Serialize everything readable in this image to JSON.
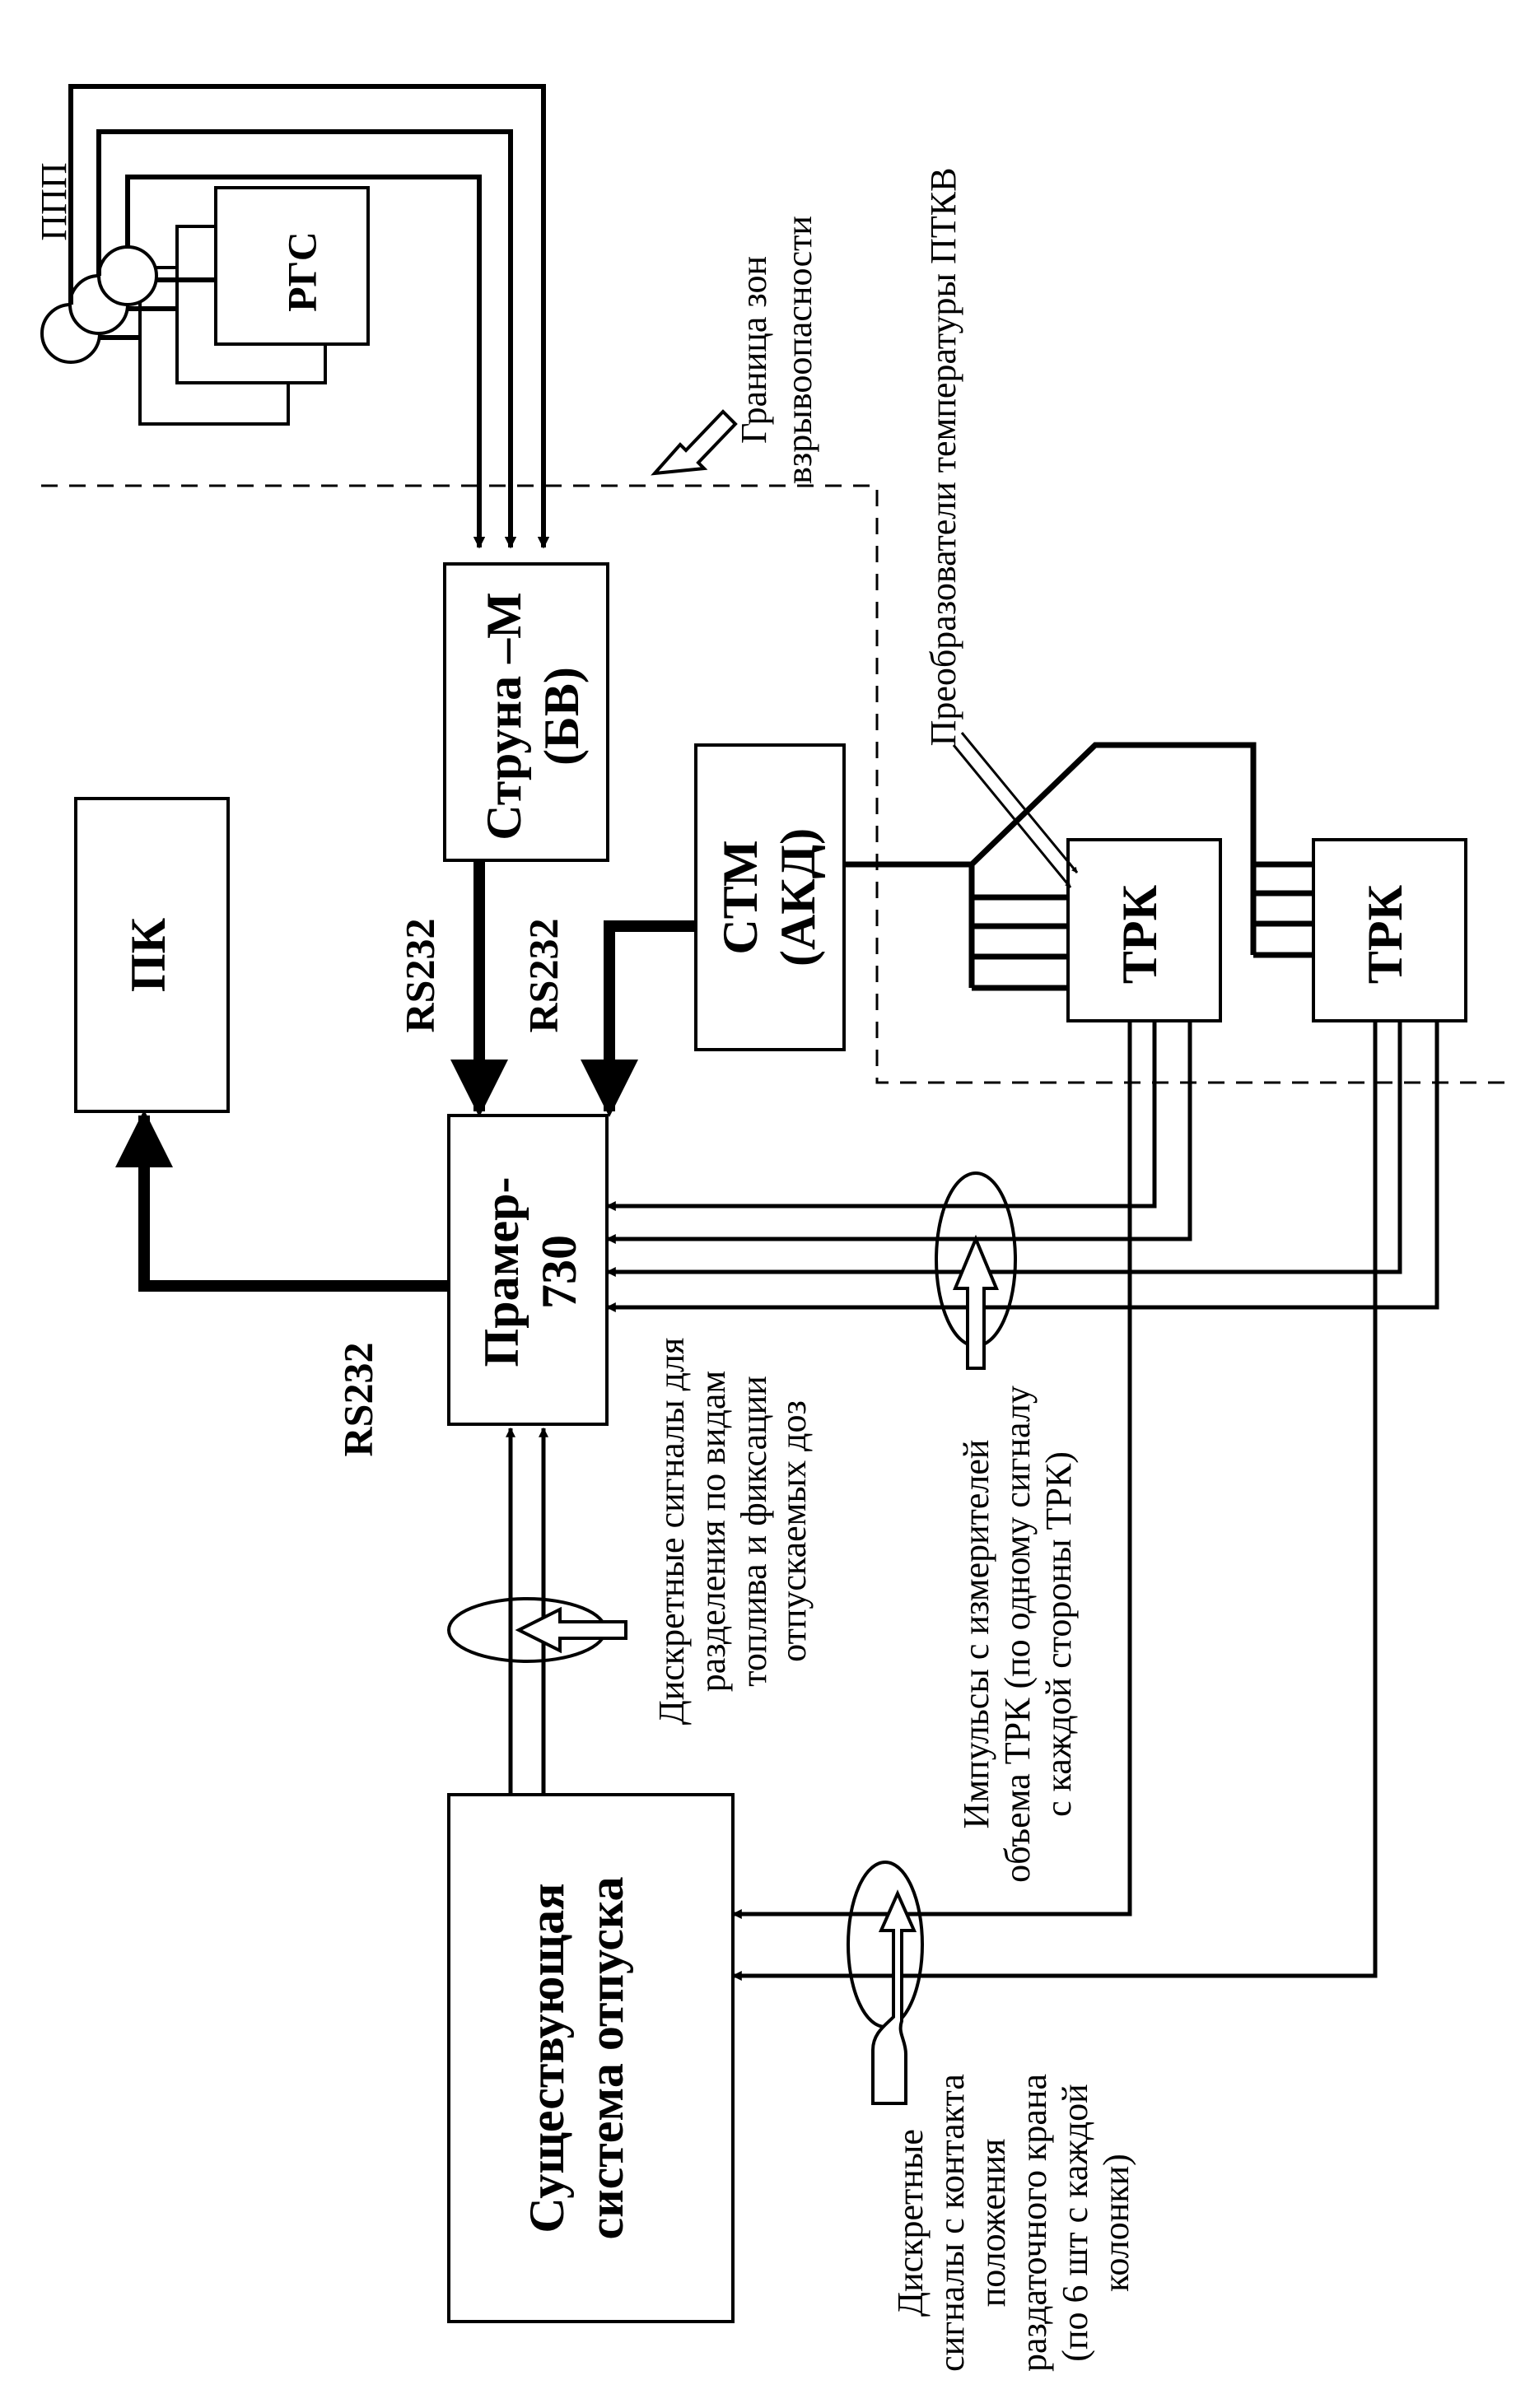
{
  "blocks": {
    "ppp": "ППП",
    "rgs": "РГС",
    "struna_line1": "Струна –М",
    "struna_line2": "(БВ)",
    "pk": "ПК",
    "stm_line1": "СТМ",
    "stm_line2": "(АКД)",
    "trk1": "ТРК",
    "trk2": "ТРК",
    "pramer_line1": "Прамер-",
    "pramer_line2": "730",
    "system_line1": "Существующая",
    "system_line2": "система отпуска"
  },
  "links": {
    "rs232_struna": "RS232",
    "rs232_stm": "RS232",
    "rs232_pk": "RS232"
  },
  "annotations": {
    "zone_boundary_line1": "Граница зон",
    "zone_boundary_line2": "взрывоопасности",
    "temp_sensors": "Преобразователи температуры ПТКВ",
    "discrete_fuel_line1": "Дискретные сигналы для",
    "discrete_fuel_line2": "разделения по видам",
    "discrete_fuel_line3": "топлива и фиксации",
    "discrete_fuel_line4": "отпускаемых доз",
    "pulses_line1": "Импульсы с измерителей",
    "pulses_line2": "объема ТРК (по одному сигналу",
    "pulses_line3": "с каждой стороны ТРК)",
    "contacts_line1": "Дискретные",
    "contacts_line2": "сигналы с контакта",
    "contacts_line3": "положения",
    "contacts_line4": "раздаточного крана",
    "contacts_line5": "(по 6 шт с каждой",
    "contacts_line6": "колонки)"
  }
}
